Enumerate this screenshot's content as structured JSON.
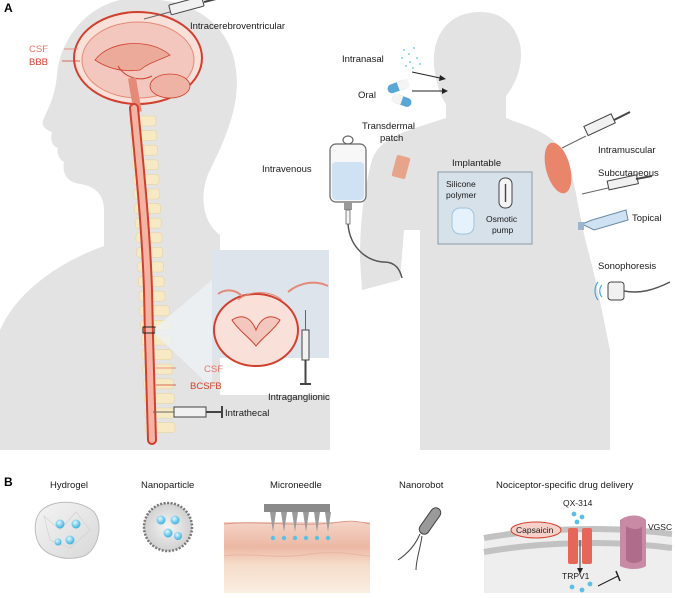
{
  "panel_a": {
    "label": "A",
    "head_labels": {
      "csf": "CSF",
      "bbb": "BBB"
    },
    "spine_labels": {
      "csf": "CSF",
      "bcsfb": "BCSFB"
    },
    "routes": {
      "intracerebroventricular": "Intracerebroventricular",
      "intrathecal": "Intrathecal",
      "intraganglionic": "Intraganglionic",
      "intranasal": "Intranasal",
      "oral": "Oral",
      "transdermal": "Transdermal",
      "patch": "patch",
      "intravenous": "Intravenous",
      "implantable": "Implantable",
      "silicone": "Silicone",
      "polymer": "polymer",
      "osmotic": "Osmotic",
      "pump": "pump",
      "intramuscular": "Intramuscular",
      "subcutaneous": "Subcutaneous",
      "topical": "Topical",
      "sonophoresis": "Sonophoresis"
    }
  },
  "panel_b": {
    "label": "B",
    "items": {
      "hydrogel": "Hydrogel",
      "nanoparticle": "Nanoparticle",
      "microneedle": "Microneedle",
      "nanorobot": "Nanorobot",
      "nociceptor": "Nociceptor-specific drug delivery"
    },
    "membrane_labels": {
      "qx314": "QX-314",
      "capsaicin": "Capsaicin",
      "vgsc": "VGSC",
      "trpv1": "TRPV1"
    }
  },
  "colors": {
    "silhouette": "#e3e3e3",
    "brain": "#f3c7bd",
    "brain_outline": "#d1402f",
    "vertebra": "#f6e9c4",
    "spinal_cord": "#f0a895",
    "inset_bg": "#dde4ec",
    "iv_fluid": "#cfe2f3",
    "muscle": "#e9856a",
    "syringe": "#555555",
    "skin": "#f2c6b6",
    "membrane": "#e6e6e6",
    "trpv1": "#e6665a",
    "vgsc": "#c98aa6",
    "drug_dot": "#5bc0e8"
  }
}
